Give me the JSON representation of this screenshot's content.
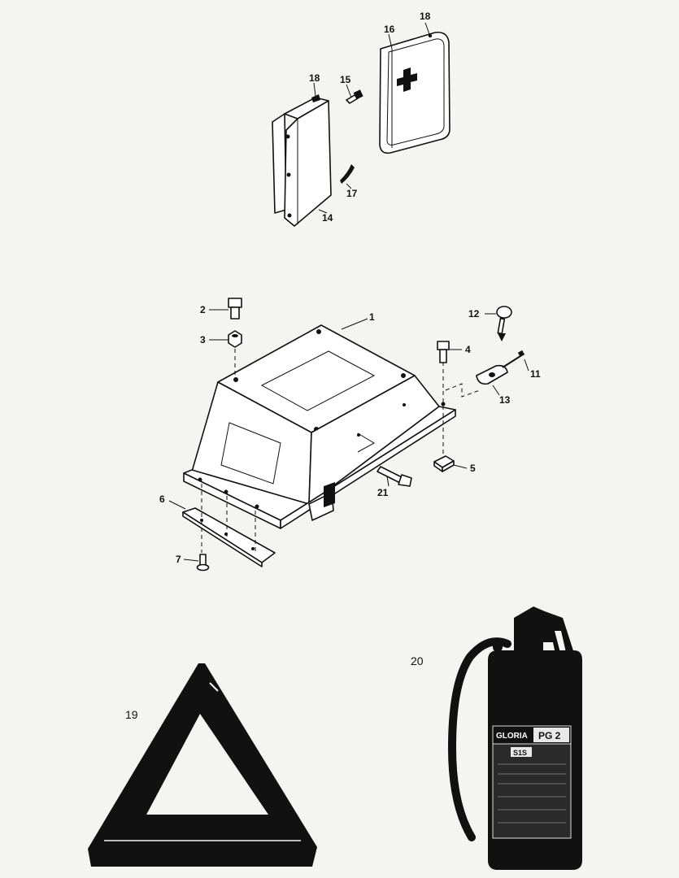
{
  "callouts": {
    "c1": "1",
    "c2": "2",
    "c3": "3",
    "c4": "4",
    "c5": "5",
    "c6": "6",
    "c7": "7",
    "c11": "11",
    "c12": "12",
    "c13": "13",
    "c14": "14",
    "c15": "15",
    "c16": "16",
    "c17": "17",
    "c18a": "18",
    "c18b": "18",
    "c19": "19",
    "c20": "20",
    "c21": "21"
  },
  "extinguisher_label": {
    "brand": "GLORIA",
    "model": "PG 2",
    "mark": "S1S"
  },
  "colors": {
    "ink": "#111111",
    "paper": "#f4f4f2"
  }
}
